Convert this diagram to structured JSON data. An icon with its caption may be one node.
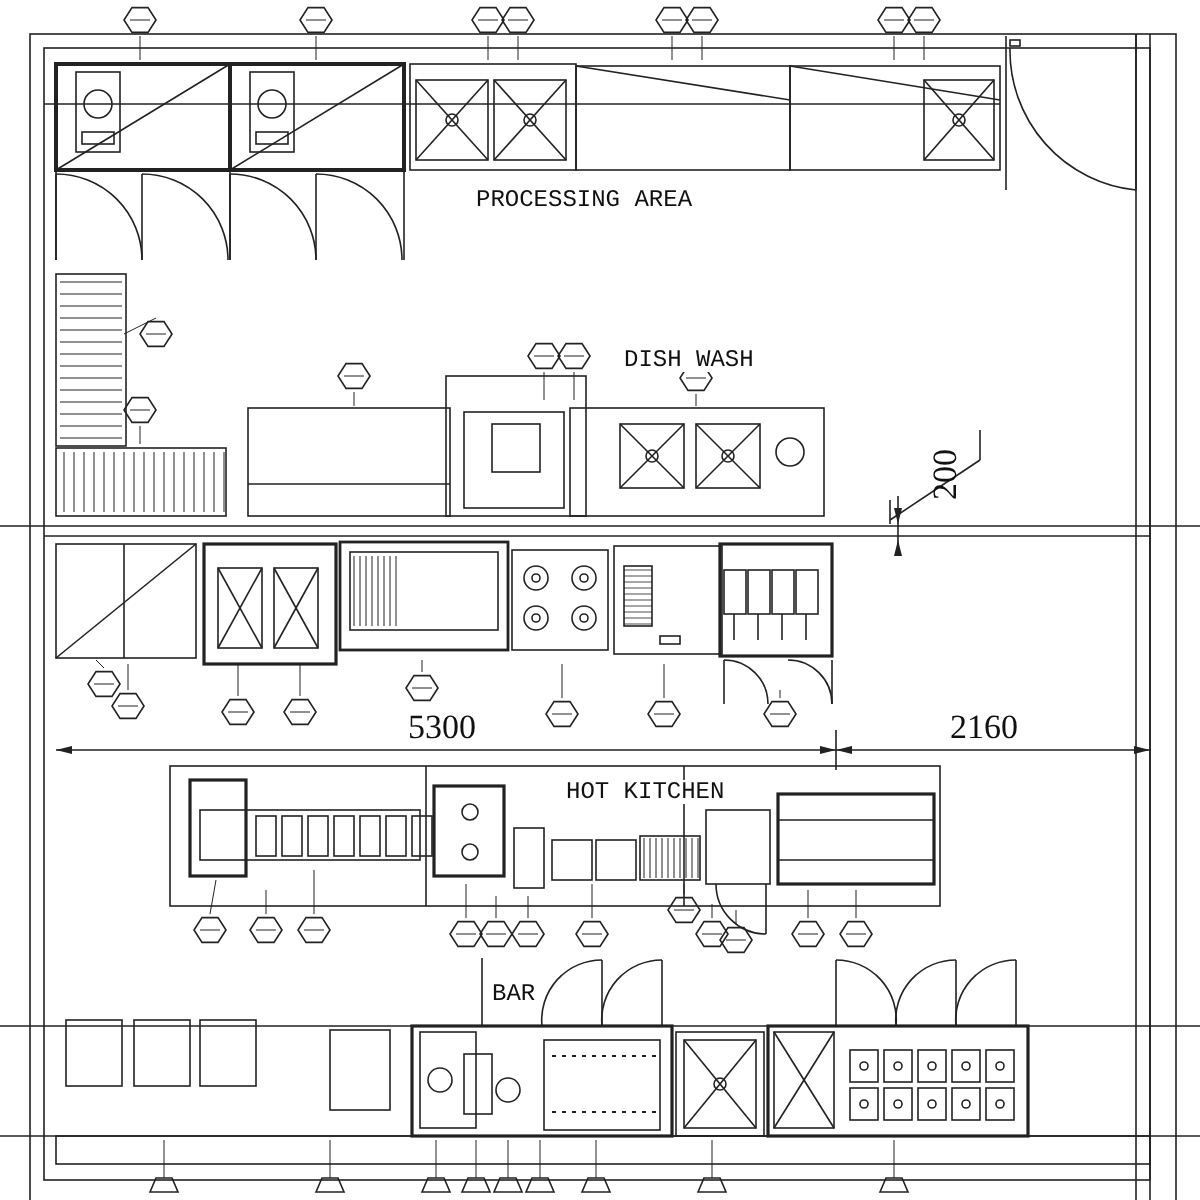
{
  "diagram": {
    "labels": [
      "PROCESSING AREA",
      "DISH WASH",
      "200",
      "5300",
      "2160",
      "HOT KITCHEN",
      "BAR"
    ]
  }
}
